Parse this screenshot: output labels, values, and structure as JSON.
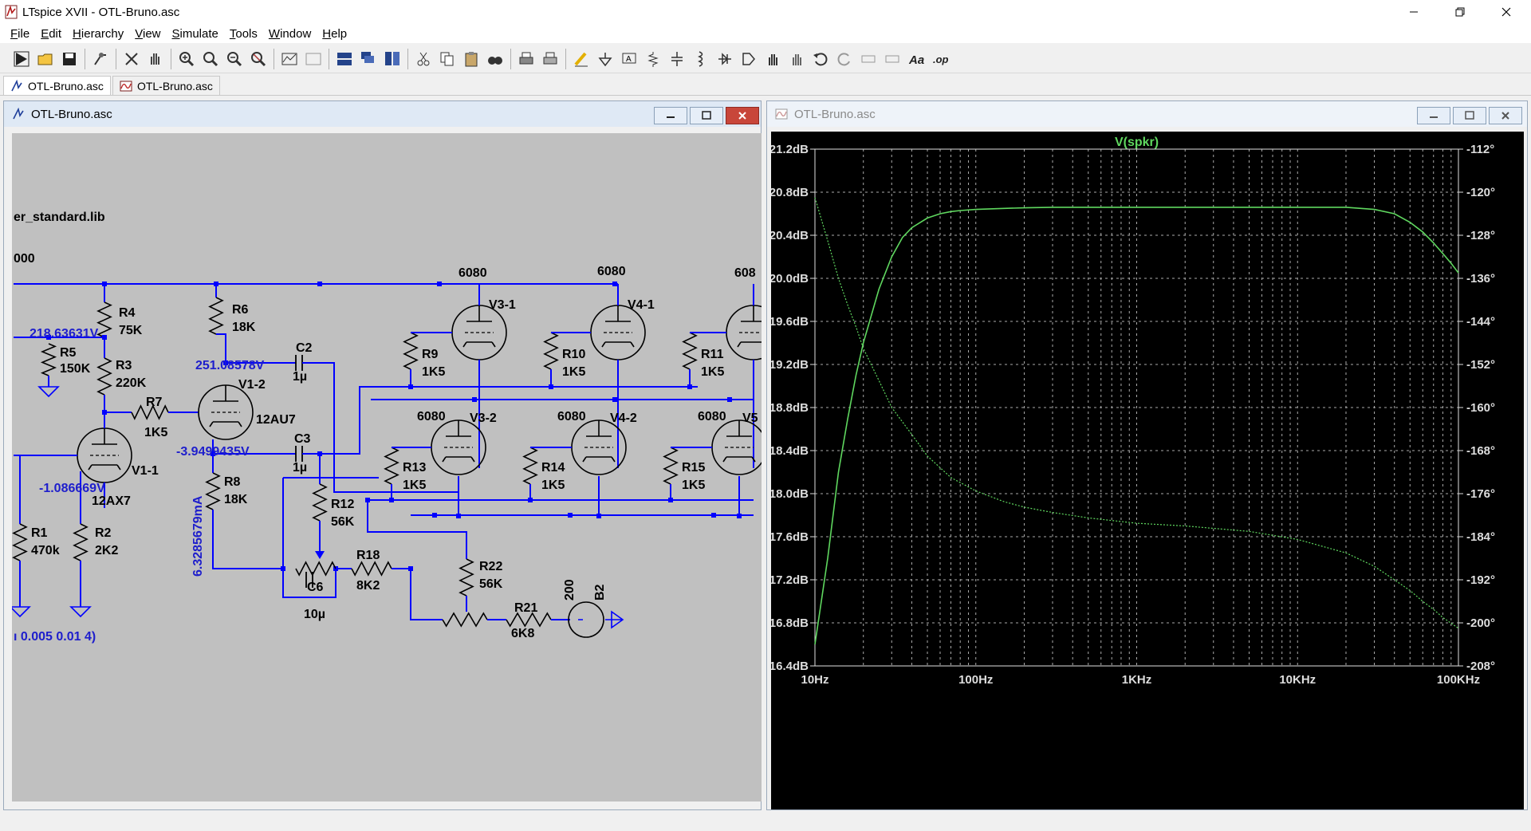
{
  "window": {
    "title": "LTspice XVII - OTL-Bruno.asc"
  },
  "menu": [
    {
      "pre": "",
      "ul": "F",
      "post": "ile"
    },
    {
      "pre": "",
      "ul": "E",
      "post": "dit"
    },
    {
      "pre": "",
      "ul": "H",
      "post": "ierarchy"
    },
    {
      "pre": "",
      "ul": "V",
      "post": "iew"
    },
    {
      "pre": "",
      "ul": "S",
      "post": "imulate"
    },
    {
      "pre": "",
      "ul": "T",
      "post": "ools"
    },
    {
      "pre": "",
      "ul": "W",
      "post": "indow"
    },
    {
      "pre": "",
      "ul": "H",
      "post": "elp"
    }
  ],
  "tabs": [
    {
      "label": "OTL-Bruno.asc"
    },
    {
      "label": "OTL-Bruno.asc"
    }
  ],
  "schematic_window": {
    "title": "OTL-Bruno.asc"
  },
  "plot_window": {
    "title": "OTL-Bruno.asc"
  },
  "colors": {
    "schematic_bg": "#c0c0c0",
    "wire": "#0000ff",
    "label_blue": "#1e1ecc",
    "plot_bg": "#000000",
    "trace": "#5fd75f",
    "grid": "#aaaaaa"
  },
  "schematic": {
    "directives": [
      "er_standard.lib",
      "000",
      "ı 0.005 0.01 4)"
    ],
    "voltages": [
      "218.63631V",
      "251.08578V",
      "-3.9499435V",
      "-1.086669V",
      "6.3285679mA"
    ],
    "components": [
      {
        "ref": "R4",
        "val": "75K"
      },
      {
        "ref": "R6",
        "val": "18K"
      },
      {
        "ref": "R5",
        "val": "150K"
      },
      {
        "ref": "R3",
        "val": "220K"
      },
      {
        "ref": "C2",
        "val": "1µ"
      },
      {
        "ref": "R7",
        "val": "1K5"
      },
      {
        "ref": "V1-2",
        "val": "12AU7"
      },
      {
        "ref": "C3",
        "val": "1µ"
      },
      {
        "ref": "V1-1",
        "val": "12AX7"
      },
      {
        "ref": "R8",
        "val": "18K"
      },
      {
        "ref": "R12",
        "val": "56K"
      },
      {
        "ref": "R1",
        "val": "470k"
      },
      {
        "ref": "R2",
        "val": "2K2"
      },
      {
        "ref": "R18",
        "val": "8K2"
      },
      {
        "ref": "C6",
        "val": "10µ"
      },
      {
        "ref": "R22",
        "val": "56K"
      },
      {
        "ref": "R21",
        "val": "6K8"
      },
      {
        "ref": "B2",
        "val": "200"
      },
      {
        "ref": "V3-1",
        "val": "6080"
      },
      {
        "ref": "V4-1",
        "val": "6080"
      },
      {
        "ref": "R9",
        "val": "1K5"
      },
      {
        "ref": "R10",
        "val": "1K5"
      },
      {
        "ref": "R11",
        "val": "1K5"
      },
      {
        "ref": "V3-2",
        "val": "6080"
      },
      {
        "ref": "V4-2",
        "val": "6080"
      },
      {
        "ref": "R13",
        "val": "1K5"
      },
      {
        "ref": "R14",
        "val": "1K5"
      },
      {
        "ref": "R15",
        "val": "1K5"
      },
      {
        "ref": "V5",
        "val": "6080"
      }
    ],
    "partial_label": "608"
  },
  "chart_data": {
    "type": "line",
    "title": "V(spkr)",
    "x_scale": "log",
    "xlim": [
      10,
      100000
    ],
    "x_ticks": [
      "10Hz",
      "100Hz",
      "1KHz",
      "10KHz",
      "100KHz"
    ],
    "ylim_left": [
      16.4,
      21.2
    ],
    "ylim_right": [
      -208,
      -112
    ],
    "y_ticks_left": [
      "21.2dB",
      "20.8dB",
      "20.4dB",
      "20.0dB",
      "19.6dB",
      "19.2dB",
      "18.8dB",
      "18.4dB",
      "18.0dB",
      "17.6dB",
      "17.2dB",
      "16.8dB",
      "16.4dB"
    ],
    "y_ticks_right": [
      "-112°",
      "-120°",
      "-128°",
      "-136°",
      "-144°",
      "-152°",
      "-160°",
      "-168°",
      "-176°",
      "-184°",
      "-192°",
      "-200°",
      "-208°"
    ],
    "grid": true,
    "series": [
      {
        "axis": "left",
        "style": "solid",
        "x": [
          10,
          12,
          14,
          16,
          18,
          20,
          25,
          30,
          35,
          40,
          50,
          60,
          70,
          80,
          100,
          150,
          200,
          300,
          500,
          1000,
          2000,
          5000,
          10000,
          20000,
          30000,
          40000,
          50000,
          60000,
          70000,
          80000,
          90000,
          100000
        ],
        "y": [
          16.6,
          17.4,
          18.2,
          18.7,
          19.1,
          19.4,
          19.9,
          20.2,
          20.38,
          20.47,
          20.56,
          20.6,
          20.62,
          20.63,
          20.64,
          20.65,
          20.655,
          20.66,
          20.66,
          20.66,
          20.66,
          20.66,
          20.66,
          20.66,
          20.64,
          20.6,
          20.52,
          20.43,
          20.33,
          20.23,
          20.14,
          20.05
        ]
      },
      {
        "axis": "right",
        "style": "dotted",
        "x": [
          10,
          12,
          14,
          16,
          18,
          20,
          25,
          30,
          40,
          50,
          70,
          100,
          150,
          200,
          300,
          500,
          1000,
          2000,
          5000,
          10000,
          20000,
          30000,
          40000,
          50000,
          60000,
          70000,
          80000,
          100000
        ],
        "y": [
          -121,
          -129,
          -136,
          -141,
          -145,
          -149,
          -155,
          -160,
          -165,
          -169,
          -173,
          -175.5,
          -177.5,
          -178.5,
          -179.5,
          -180.5,
          -181.5,
          -182,
          -183,
          -184.5,
          -187,
          -189.5,
          -192,
          -194,
          -196,
          -197.5,
          -199,
          -201
        ]
      }
    ]
  }
}
